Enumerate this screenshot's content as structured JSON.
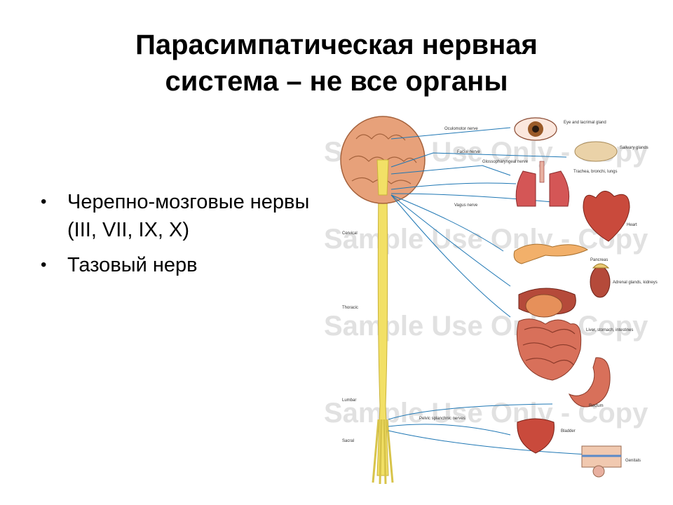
{
  "slide": {
    "title_line1": "Парасимпатическая нервная",
    "title_line2": "система – не все органы",
    "bullets": [
      "Черепно-мозговые нервы (III, VII, IX, X)",
      "Тазовый нерв"
    ]
  },
  "diagram": {
    "watermark": "Sample Use Only - Copy",
    "region_labels": [
      "Cervical",
      "Thoracic",
      "Lumbar",
      "Sacral"
    ],
    "nerve_labels": [
      "Oculomotor nerve",
      "Facial nerve",
      "Glossopharyngeal nerve",
      "Vagus nerve",
      "Pelvic splanchnic nerves"
    ],
    "organ_labels": [
      "Eye and lacrimal gland",
      "Salivary glands",
      "Trachea, bronchi, lungs",
      "Heart",
      "Pancreas",
      "Adrenal glands, kidneys",
      "Liver, stomach, intestines",
      "Rectum",
      "Bladder",
      "Genitals"
    ],
    "colors": {
      "nerve": "#1f77b4",
      "cord": "#f2e066",
      "brain": "#e7a17a",
      "organ_red": "#c94a3c"
    }
  }
}
